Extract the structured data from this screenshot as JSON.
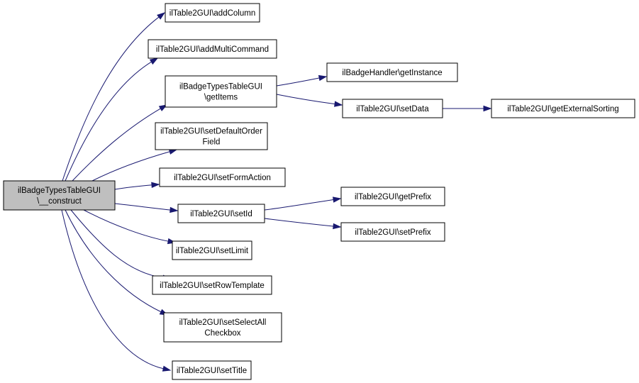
{
  "nodes": [
    {
      "id": "root",
      "lines": [
        "ilBadgeTypesTableGUI",
        "\\__construct"
      ],
      "highlight": true
    },
    {
      "id": "addColumn",
      "lines": [
        "ilTable2GUI\\addColumn"
      ]
    },
    {
      "id": "addMultiCommand",
      "lines": [
        "ilTable2GUI\\addMultiCommand"
      ]
    },
    {
      "id": "getItems",
      "lines": [
        "ilBadgeTypesTableGUI",
        "\\getItems"
      ]
    },
    {
      "id": "setDefaultOrderField",
      "lines": [
        "ilTable2GUI\\setDefaultOrder",
        "Field"
      ]
    },
    {
      "id": "setFormAction",
      "lines": [
        "ilTable2GUI\\setFormAction"
      ]
    },
    {
      "id": "setId",
      "lines": [
        "ilTable2GUI\\setId"
      ]
    },
    {
      "id": "setLimit",
      "lines": [
        "ilTable2GUI\\setLimit"
      ]
    },
    {
      "id": "setRowTemplate",
      "lines": [
        "ilTable2GUI\\setRowTemplate"
      ]
    },
    {
      "id": "setSelectAllCheckbox",
      "lines": [
        "ilTable2GUI\\setSelectAll",
        "Checkbox"
      ]
    },
    {
      "id": "setTitle",
      "lines": [
        "ilTable2GUI\\setTitle"
      ]
    },
    {
      "id": "getInstance",
      "lines": [
        "ilBadgeHandler\\getInstance"
      ]
    },
    {
      "id": "setData",
      "lines": [
        "ilTable2GUI\\setData"
      ]
    },
    {
      "id": "getExternalSorting",
      "lines": [
        "ilTable2GUI\\getExternalSorting"
      ]
    },
    {
      "id": "getPrefix",
      "lines": [
        "ilTable2GUI\\getPrefix"
      ]
    },
    {
      "id": "setPrefix",
      "lines": [
        "ilTable2GUI\\setPrefix"
      ]
    }
  ],
  "edges": [
    {
      "from": "root",
      "to": "addColumn"
    },
    {
      "from": "root",
      "to": "addMultiCommand"
    },
    {
      "from": "root",
      "to": "getItems"
    },
    {
      "from": "root",
      "to": "setDefaultOrderField"
    },
    {
      "from": "root",
      "to": "setFormAction"
    },
    {
      "from": "root",
      "to": "setId"
    },
    {
      "from": "root",
      "to": "setLimit"
    },
    {
      "from": "root",
      "to": "setRowTemplate"
    },
    {
      "from": "root",
      "to": "setSelectAllCheckbox"
    },
    {
      "from": "root",
      "to": "setTitle"
    },
    {
      "from": "getItems",
      "to": "getInstance"
    },
    {
      "from": "getItems",
      "to": "setData"
    },
    {
      "from": "setData",
      "to": "getExternalSorting"
    },
    {
      "from": "setId",
      "to": "getPrefix"
    },
    {
      "from": "setId",
      "to": "setPrefix"
    }
  ],
  "colors": {
    "edge": "#191970",
    "node_border": "#000000",
    "node_fill": "#ffffff",
    "root_fill": "#bfbfbf"
  }
}
